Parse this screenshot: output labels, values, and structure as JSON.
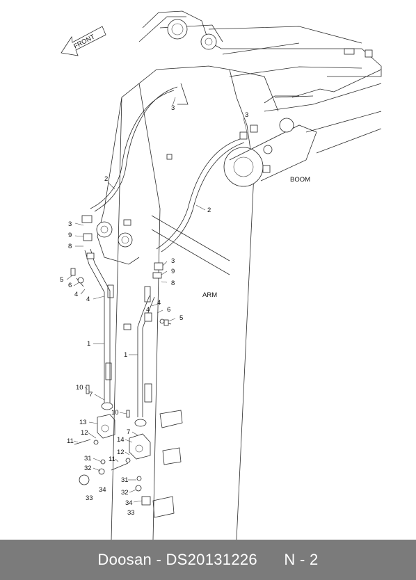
{
  "footer": {
    "brand": "Doosan",
    "separator": " - ",
    "part_number": "DS20131226",
    "page": "N - 2"
  },
  "labels": {
    "front": "FRONT",
    "boom": "BOOM",
    "arm": "ARM"
  },
  "callouts": {
    "c1a": "1",
    "c1b": "1",
    "c2a": "2",
    "c2b": "2",
    "c3a": "3",
    "c3b": "3",
    "c3c": "3",
    "c3d": "3",
    "c4a": "4",
    "c4b": "4",
    "c4c": "4",
    "c4d": "4",
    "c5a": "5",
    "c5b": "5",
    "c6a": "6",
    "c6b": "6",
    "c7a": "7",
    "c7b": "7",
    "c8a": "8",
    "c8b": "8",
    "c9a": "9",
    "c9b": "9",
    "c10a": "10",
    "c10b": "10",
    "c11a": "11",
    "c11b": "11",
    "c12a": "12",
    "c12b": "12",
    "c13": "13",
    "c14": "14",
    "c31a": "31",
    "c31b": "31",
    "c32a": "32",
    "c32b": "32",
    "c33a": "33",
    "c33b": "33",
    "c34a": "34",
    "c34b": "34"
  }
}
